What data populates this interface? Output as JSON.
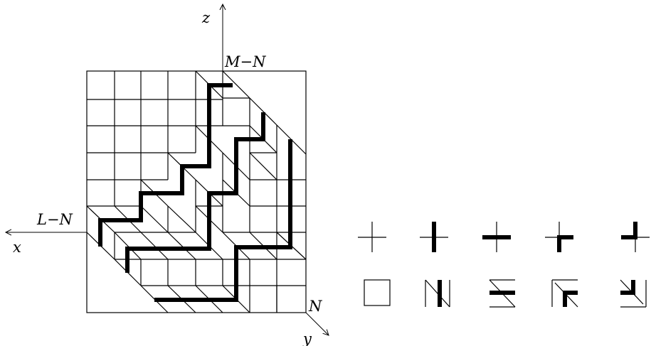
{
  "axes": {
    "z": "z",
    "x": "x",
    "y": "y"
  },
  "corner_labels": {
    "top": "M−N",
    "left": "L−N",
    "bottom_right": "N"
  },
  "legend": {
    "rows": 2,
    "columns": 5
  }
}
